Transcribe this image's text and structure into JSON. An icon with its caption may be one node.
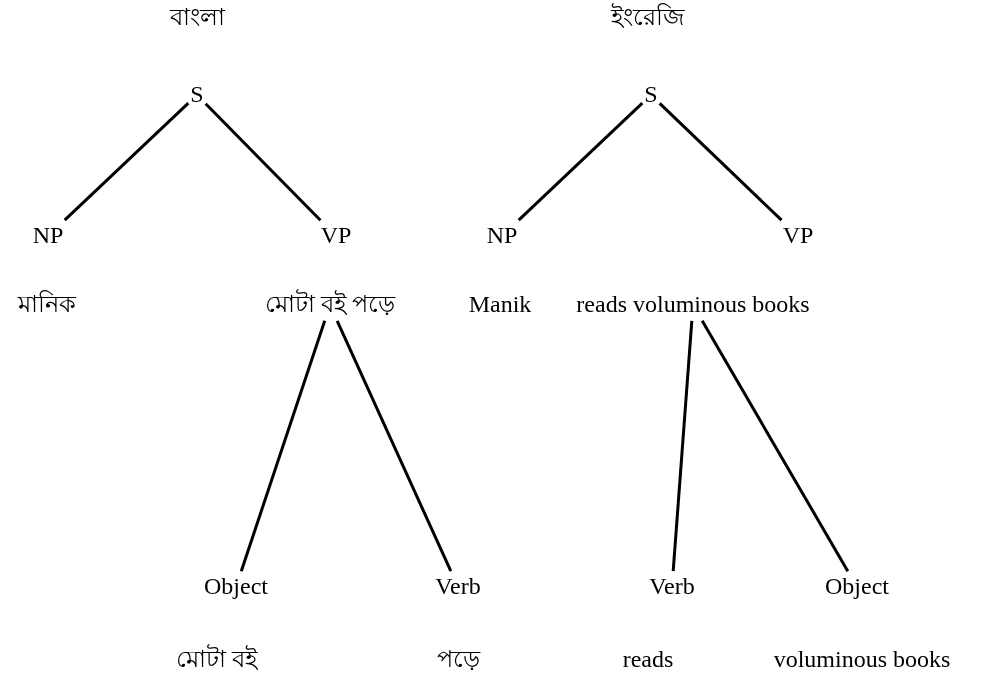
{
  "diagram": {
    "nodes": [
      {
        "text": [
          "S"
        ]
      },
      {
        "text": [
          "NP"
        ]
      },
      {
        "text": [
          "VP"
        ]
      },
      {
        "text": [
          "S"
        ]
      },
      {
        "text": [
          "NP"
        ]
      },
      {
        "text": [
          "VP"
        ]
      },
      {
        "text": [
          "মোটা বই পড়ে"
        ]
      },
      {
        "text": [
          "Object"
        ]
      },
      {
        "text": [
          "Verb"
        ]
      },
      {
        "text": [
          "reads voluminous books"
        ]
      },
      {
        "text": [
          "Verb"
        ]
      },
      {
        "text": [
          "Object"
        ]
      }
    ],
    "edges": [
      {
        "from": 0,
        "to": 1,
        "arrow": "none"
      },
      {
        "from": 0,
        "to": 2,
        "arrow": "none"
      },
      {
        "from": 3,
        "to": 4,
        "arrow": "none"
      },
      {
        "from": 3,
        "to": 5,
        "arrow": "none"
      },
      {
        "from": 6,
        "to": 7,
        "arrow": "none"
      },
      {
        "from": 6,
        "to": 8,
        "arrow": "none"
      },
      {
        "from": 9,
        "to": 10,
        "arrow": "none"
      },
      {
        "from": 9,
        "to": 11,
        "arrow": "none"
      }
    ],
    "labels": [
      "বাংলা",
      "ইংরেজি",
      "মানিক",
      "Manik",
      "মোটা বই",
      "পড়ে",
      "reads",
      "voluminous books"
    ]
  }
}
